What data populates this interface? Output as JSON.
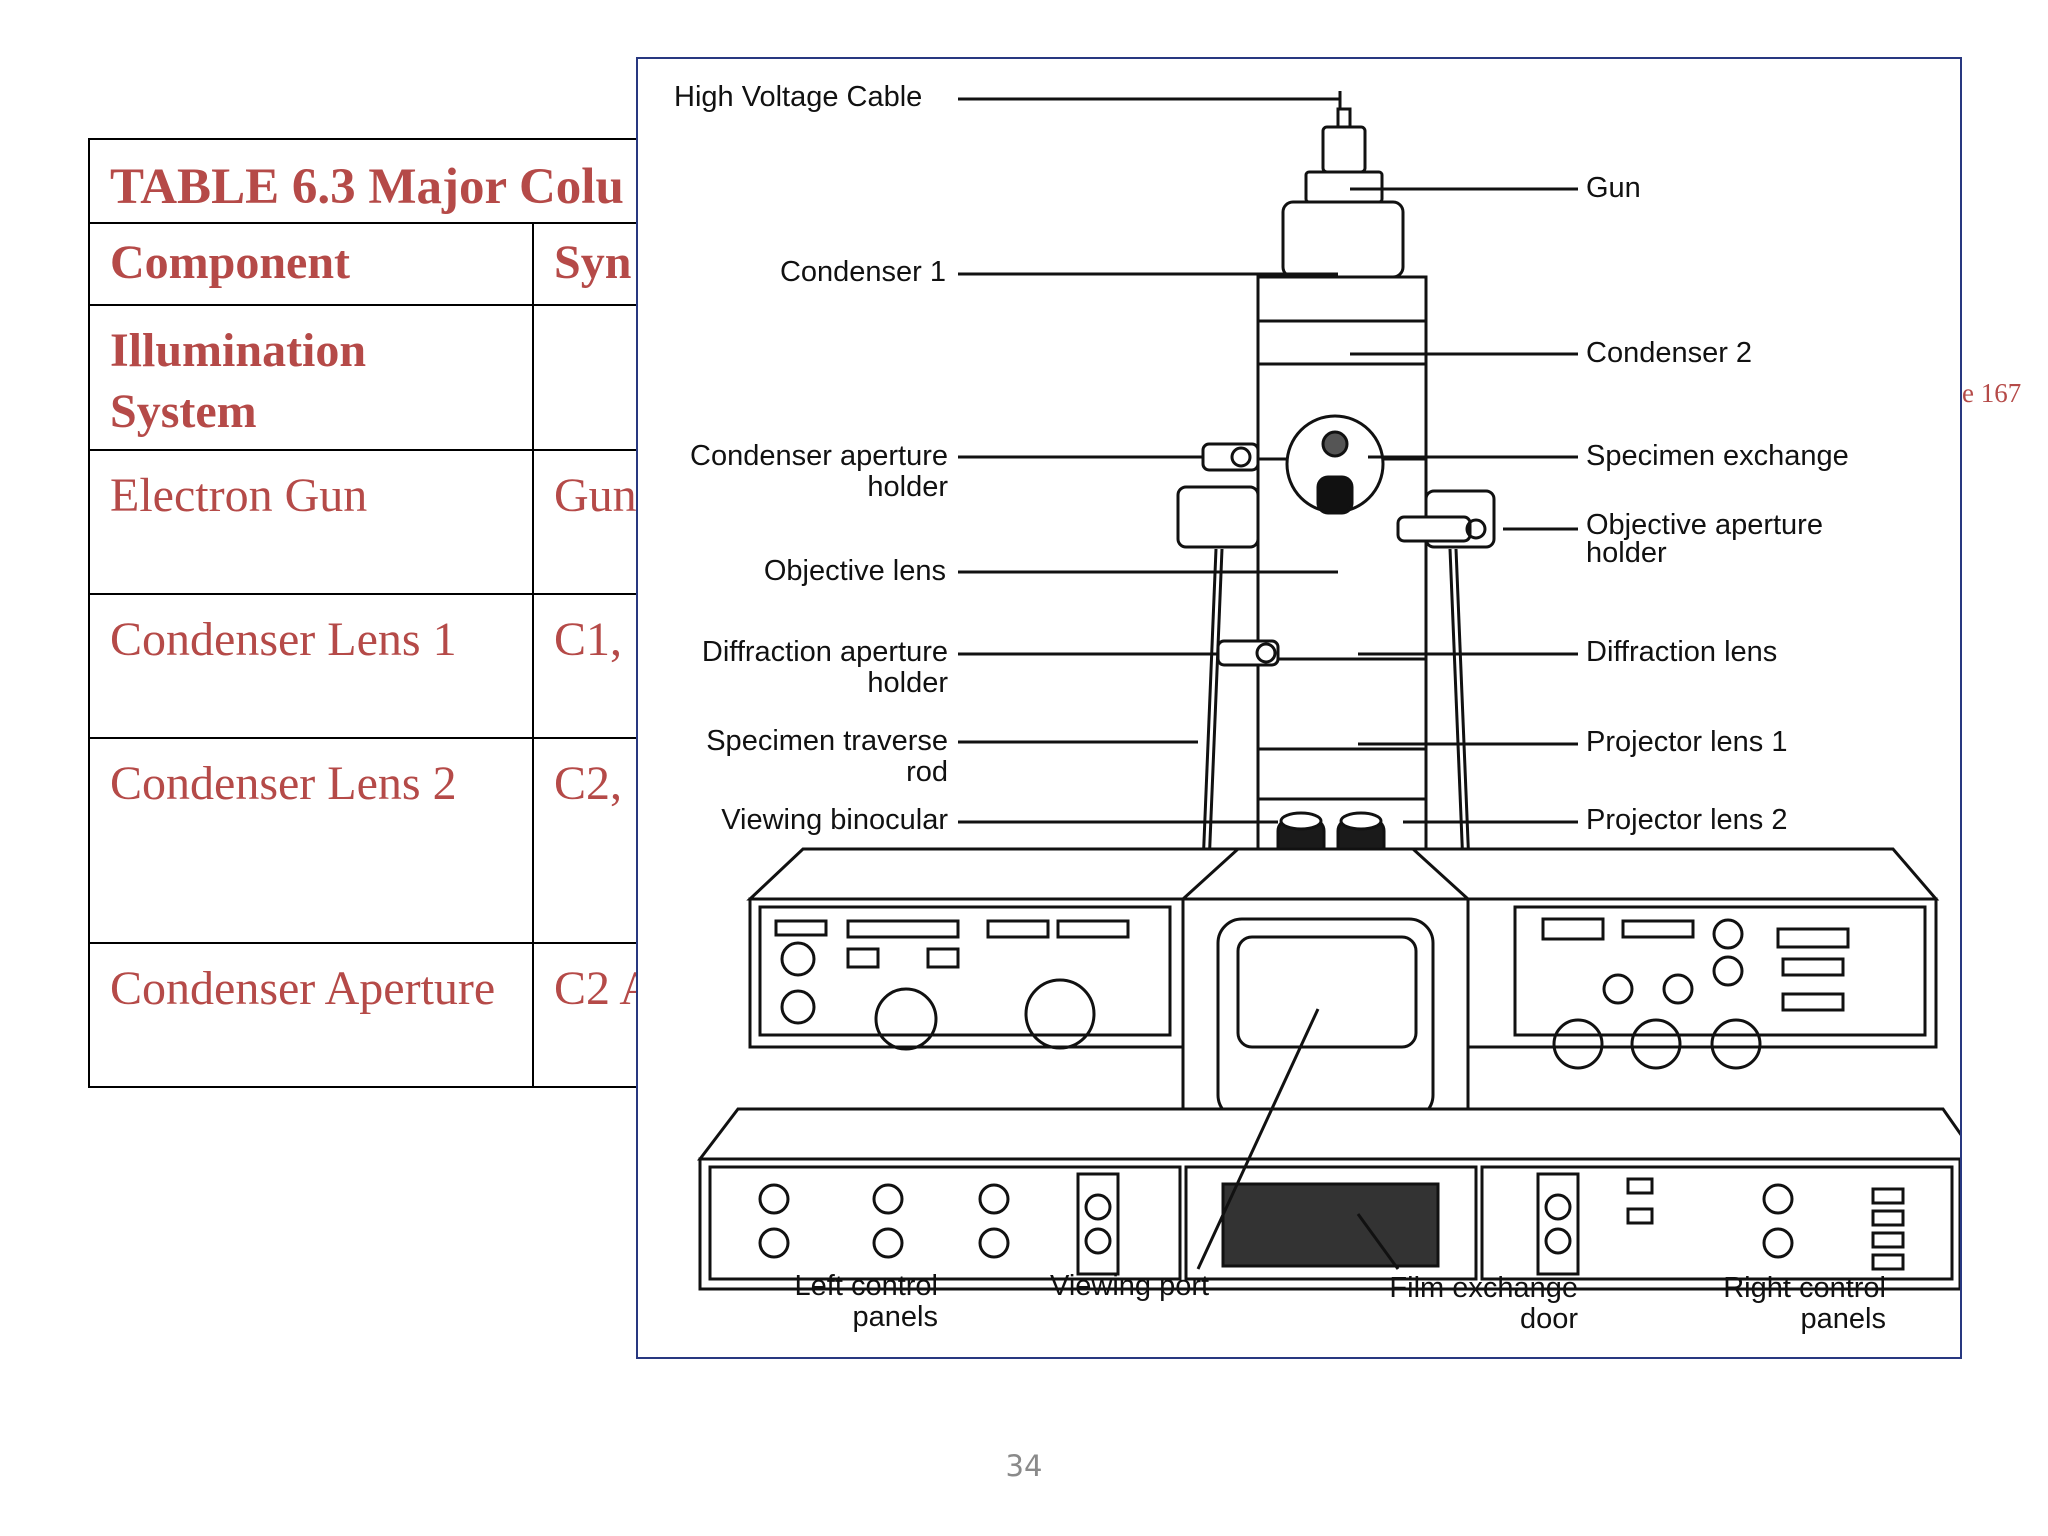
{
  "table": {
    "title": "TABLE 6.3 Major Colu",
    "header": {
      "component": "Component",
      "symbol": "Syn"
    },
    "rows": [
      {
        "component": "Illumination System",
        "symbol": ""
      },
      {
        "component": "Electron Gun",
        "symbol": "Gun"
      },
      {
        "component": "Condenser Lens 1",
        "symbol": "C1,"
      },
      {
        "component": "Condenser Lens 2",
        "symbol": "C2,"
      },
      {
        "component": "Condenser Aperture",
        "symbol": "C2 A"
      }
    ]
  },
  "page_ref": "e 167",
  "page_number": "34",
  "figure": {
    "labels": {
      "high_voltage_cable": "High Voltage Cable",
      "gun": "Gun",
      "condenser_1": "Condenser 1",
      "condenser_2": "Condenser 2",
      "condenser_aperture_holder": "Condenser aperture\nholder",
      "specimen_exchange": "Specimen exchange",
      "objective_aperture_holder": "Objective aperture\nholder",
      "objective_lens": "Objective lens",
      "diffraction_aperture_holder": "Diffraction aperture\nholder",
      "diffraction_lens": "Diffraction lens",
      "specimen_traverse_rod": "Specimen traverse\nrod",
      "projector_lens_1": "Projector lens 1",
      "viewing_binocular": "Viewing binocular",
      "projector_lens_2": "Projector lens 2",
      "left_control_panels": "Left control\npanels",
      "viewing_port": "Viewing port",
      "film_exchange_door": "Film exchange\ndoor",
      "right_control_panels": "Right control\npanels"
    }
  }
}
